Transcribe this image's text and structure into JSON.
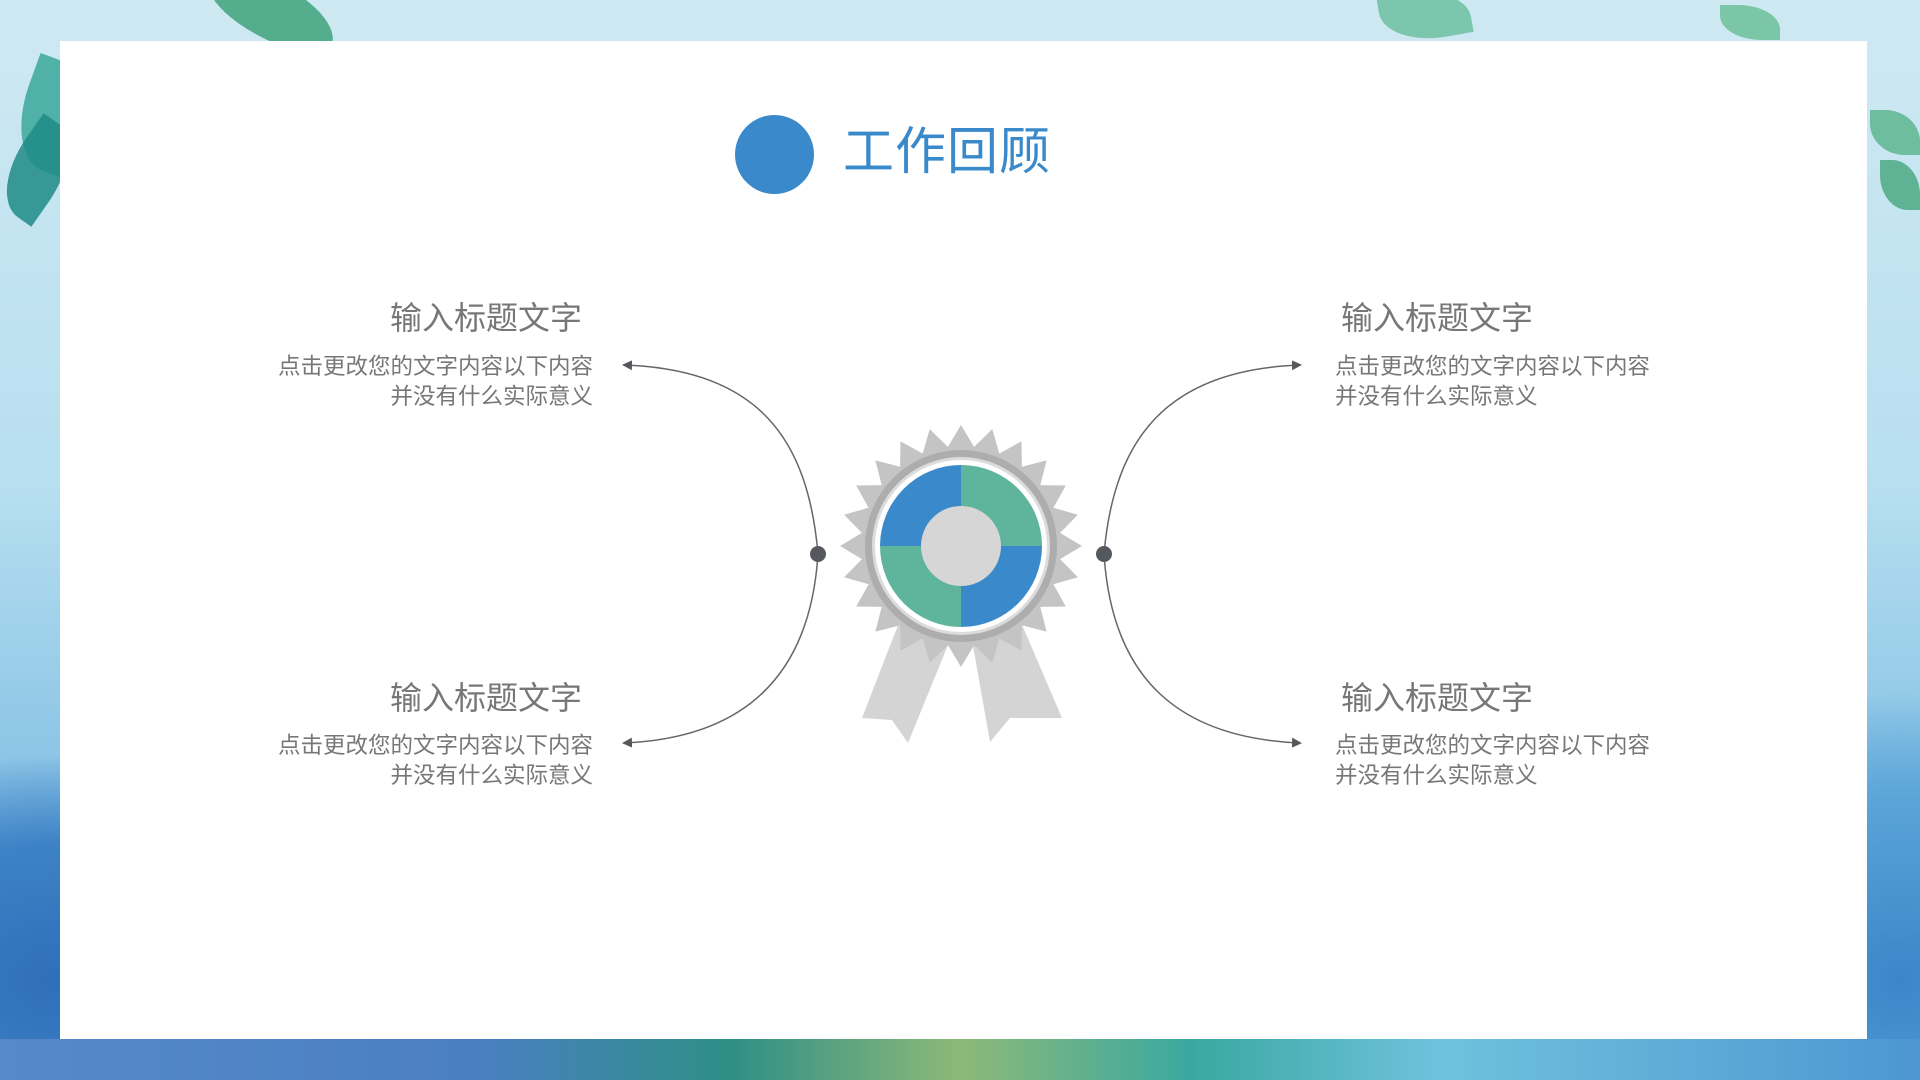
{
  "slide": {
    "title": "工作回顾",
    "accent_color": "#3a8acb",
    "items": [
      {
        "position": "top-left",
        "heading": "输入标题文字",
        "desc_line1": "点击更改您的文字内容以下内容",
        "desc_line2": "并没有什么实际意义"
      },
      {
        "position": "bottom-left",
        "heading": "输入标题文字",
        "desc_line1": "点击更改您的文字内容以下内容",
        "desc_line2": "并没有什么实际意义"
      },
      {
        "position": "top-right",
        "heading": "输入标题文字",
        "desc_line1": "点击更改您的文字内容以下内容",
        "desc_line2": "并没有什么实际意义"
      },
      {
        "position": "bottom-right",
        "heading": "输入标题文字",
        "desc_line1": "点击更改您的文字内容以下内容",
        "desc_line2": "并没有什么实际意义"
      }
    ],
    "center_icon": "award-medal-icon",
    "medal_colors": {
      "blue": "#3a8acb",
      "green": "#5fb59b",
      "gray": "#c8c8c8",
      "ribbon": "#d4d4d4"
    }
  }
}
